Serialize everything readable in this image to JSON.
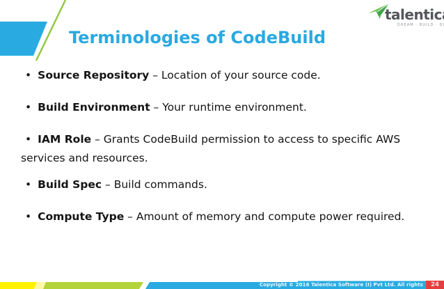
{
  "slide": {
    "title": "Terminologies of CodeBuild",
    "bullet_glyph": "•",
    "bullets": [
      {
        "term": "Source Repository",
        "rest": " – Location of your source code."
      },
      {
        "term": "Build Environment",
        "rest": " – Your runtime environment."
      },
      {
        "term": "IAM Role",
        "rest": " – Grants CodeBuild permission to access to specific AWS services and resources."
      },
      {
        "term": "Build Spec",
        "rest": " – Build commands."
      },
      {
        "term": "Compute Type",
        "rest": " – Amount of memory and compute power required."
      }
    ]
  },
  "logo": {
    "wordmark": "talentica",
    "tagline": "DREAM · BUILD · DISRUPT"
  },
  "footer": {
    "copyright": "Copyright © 2016 Talentica Software (I) Pvt Ltd. All rights",
    "page_number": "24"
  },
  "colors": {
    "azure": "#29abe2",
    "title_blue": "#29a9e1",
    "accent_green_line": "#8fc73e",
    "footer_green": "#b2d339",
    "footer_yellow": "#fff200",
    "footer_pale_yellow": "#fcf8a8",
    "page_red": "#e2403f",
    "logo_gray": "#54565b",
    "plane_green": "#62bb46"
  }
}
